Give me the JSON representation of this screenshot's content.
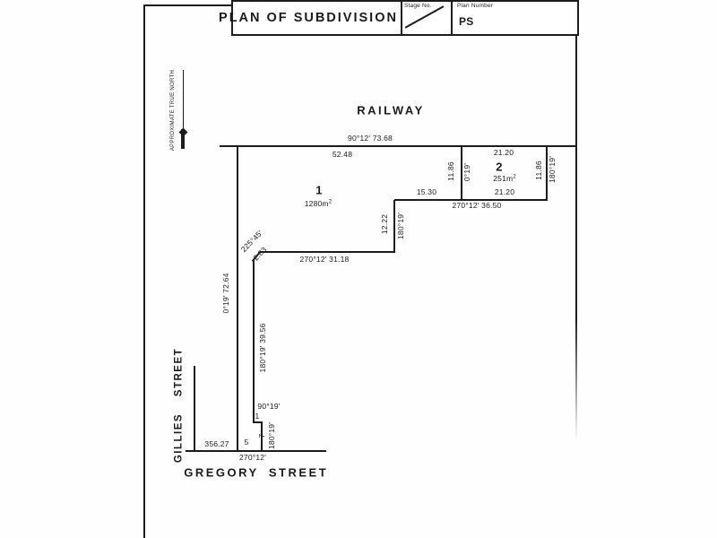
{
  "header": {
    "title": "PLAN OF SUBDIVISION",
    "stage_label": "Stage No.",
    "plan_number_label": "Plan Number",
    "plan_number_value": "PS"
  },
  "north_arrow_label": "APPROXIMATE TRUE NORTH",
  "streets": {
    "railway": "RAILWAY",
    "gillies": "GILLIES STREET",
    "gregory_word1": "GREGORY",
    "gregory_word2": "STREET"
  },
  "lots": {
    "lot1": {
      "number": "1",
      "area_base": "1280m",
      "area_exp": "2"
    },
    "lot2": {
      "number": "2",
      "area_base": "251m",
      "area_exp": "2"
    }
  },
  "dims": {
    "railway_total": "90°12'  73.68",
    "lot1_railway": "52.48",
    "lot2_top": "21.20",
    "lot2_bottom": "21.20",
    "lot2_west_dist": "11.86",
    "lot2_west_bearing": "0°19'",
    "lot2_east_dist": "11.86",
    "lot2_east_bearing": "180°19'",
    "mid_line": "15.30",
    "south_of_lot2": "270°12'  36.50",
    "step_dist": "12.22",
    "step_bearing": "180°19'",
    "inner_line": "270°12'  31.18",
    "chamfer_bearing": "225°45'",
    "chamfer_dist": "2.83",
    "west_boundary": "0°19'  72.64",
    "handle_east": "180°19'  39.56",
    "jog_bearing": "90°19'",
    "jog_dist": "1",
    "lower_dist": "7",
    "lower_bearing": "180°19'",
    "connection_dist": "356.27",
    "frontage_dist": "5",
    "gregory_bearing": "270°12'"
  },
  "colors": {
    "ink": "#1c1c1c",
    "paper": "#fefefe"
  }
}
